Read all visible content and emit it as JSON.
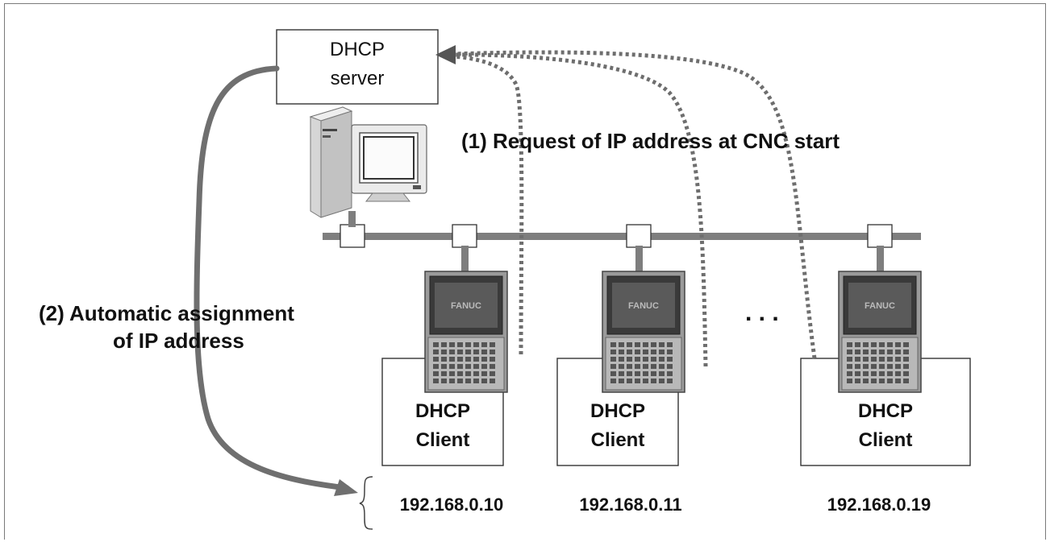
{
  "server": {
    "line1": "DHCP",
    "line2": "server"
  },
  "request_label": "(1) Request of IP address at CNC start",
  "assign_label": {
    "line1": "(2) Automatic assignment",
    "line2": "of IP address"
  },
  "clients": [
    {
      "line1": "DHCP",
      "line2": "Client",
      "ip": "192.168.0.10"
    },
    {
      "line1": "DHCP",
      "line2": "Client",
      "ip": "192.168.0.11"
    },
    {
      "line1": "DHCP",
      "line2": "Client",
      "ip": "192.168.0.19"
    }
  ],
  "ellipsis": ". . .",
  "colors": {
    "line": "#7d7d7d",
    "dotted": "#6e6e6e",
    "text": "#111111",
    "border": "#444444"
  }
}
